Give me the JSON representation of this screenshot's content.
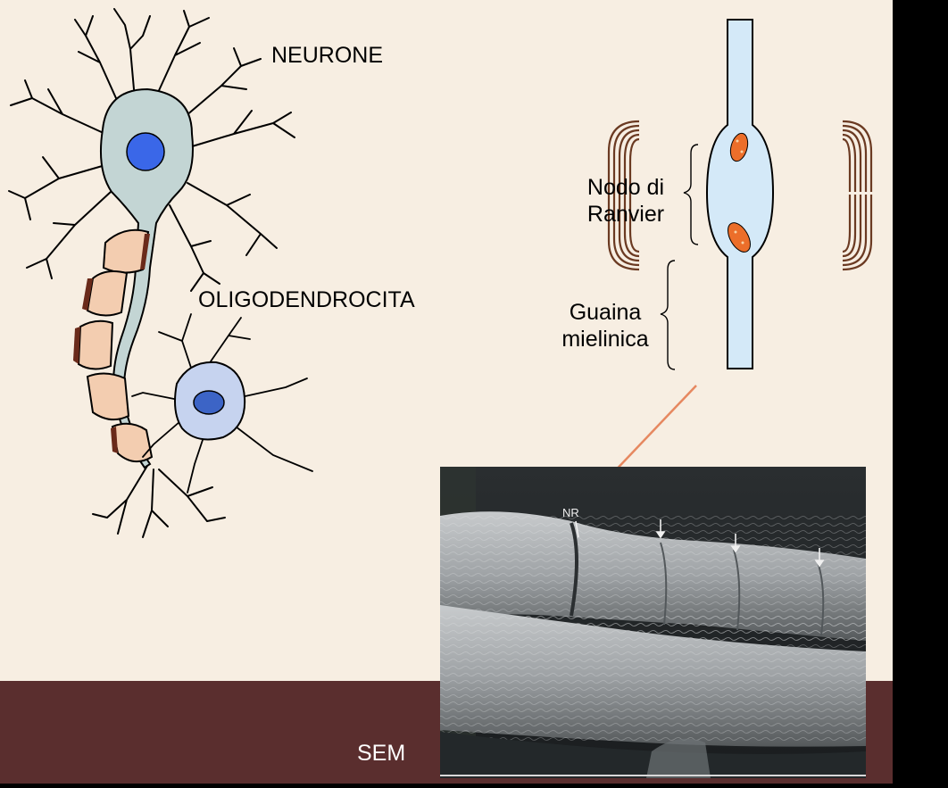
{
  "labels": {
    "neurone": "NEURONE",
    "oligodendrocita": "OLIGODENDROCITA",
    "nodo_line1": "Nodo di",
    "nodo_line2": "Ranvier",
    "guaina_line1": "Guaina",
    "guaina_line2": "mielinica",
    "sem": "SEM",
    "nr": "NR"
  },
  "colors": {
    "background": "#f7eee2",
    "footer_band": "#5a2e2e",
    "side_band": "#000000",
    "neuron_fill": "#c3d5d4",
    "nucleus": "#3a67e8",
    "oligo_fill": "#c6d3ef",
    "oligo_nucleus": "#3c64c6",
    "myelin_fill": "#f3cdb0",
    "myelin_dark": "#6a2a1a",
    "axon_fill": "#d4e9f8",
    "mitochondria": "#ec6e2a",
    "pointer_arrow": "#e68860"
  },
  "icons": {
    "pointer": "arrow-icon"
  }
}
